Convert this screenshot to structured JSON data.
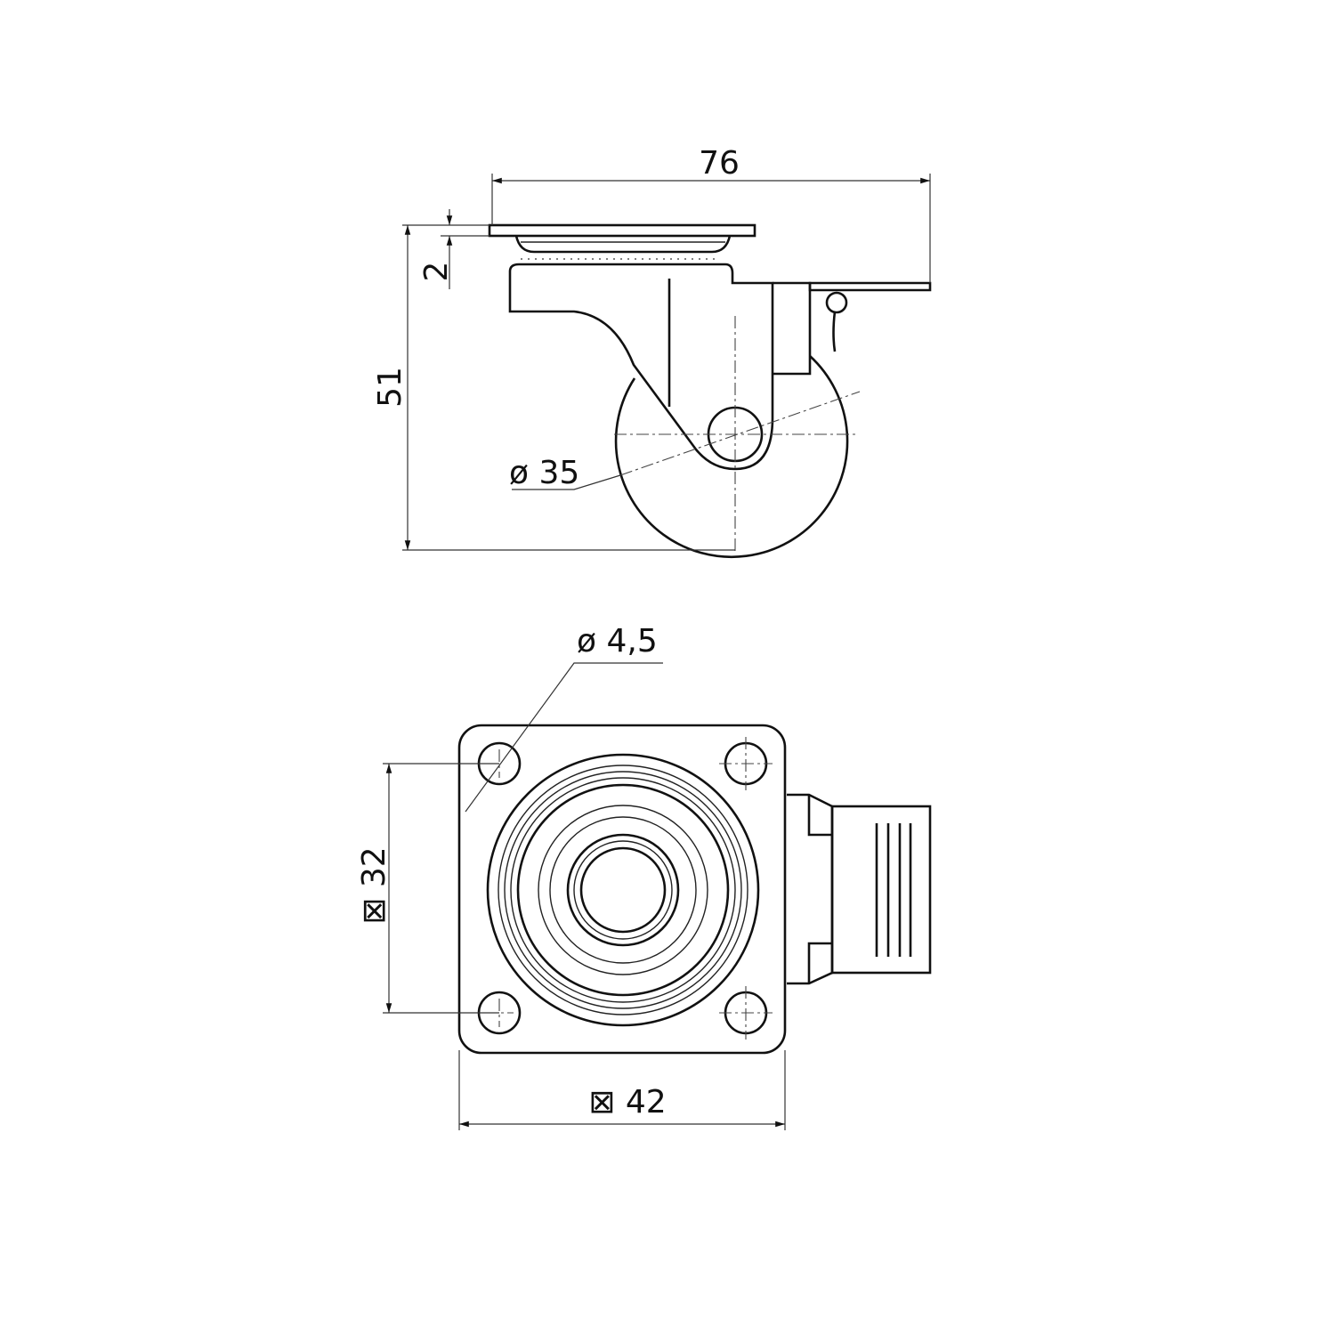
{
  "side_view": {
    "overall_width": "76",
    "plate_thickness": "2",
    "overall_height": "51",
    "wheel_diameter": "ø 35"
  },
  "top_view": {
    "hole_diameter": "ø 4,5",
    "hole_spacing": "⊠ 32",
    "plate_size": "⊠ 42"
  }
}
